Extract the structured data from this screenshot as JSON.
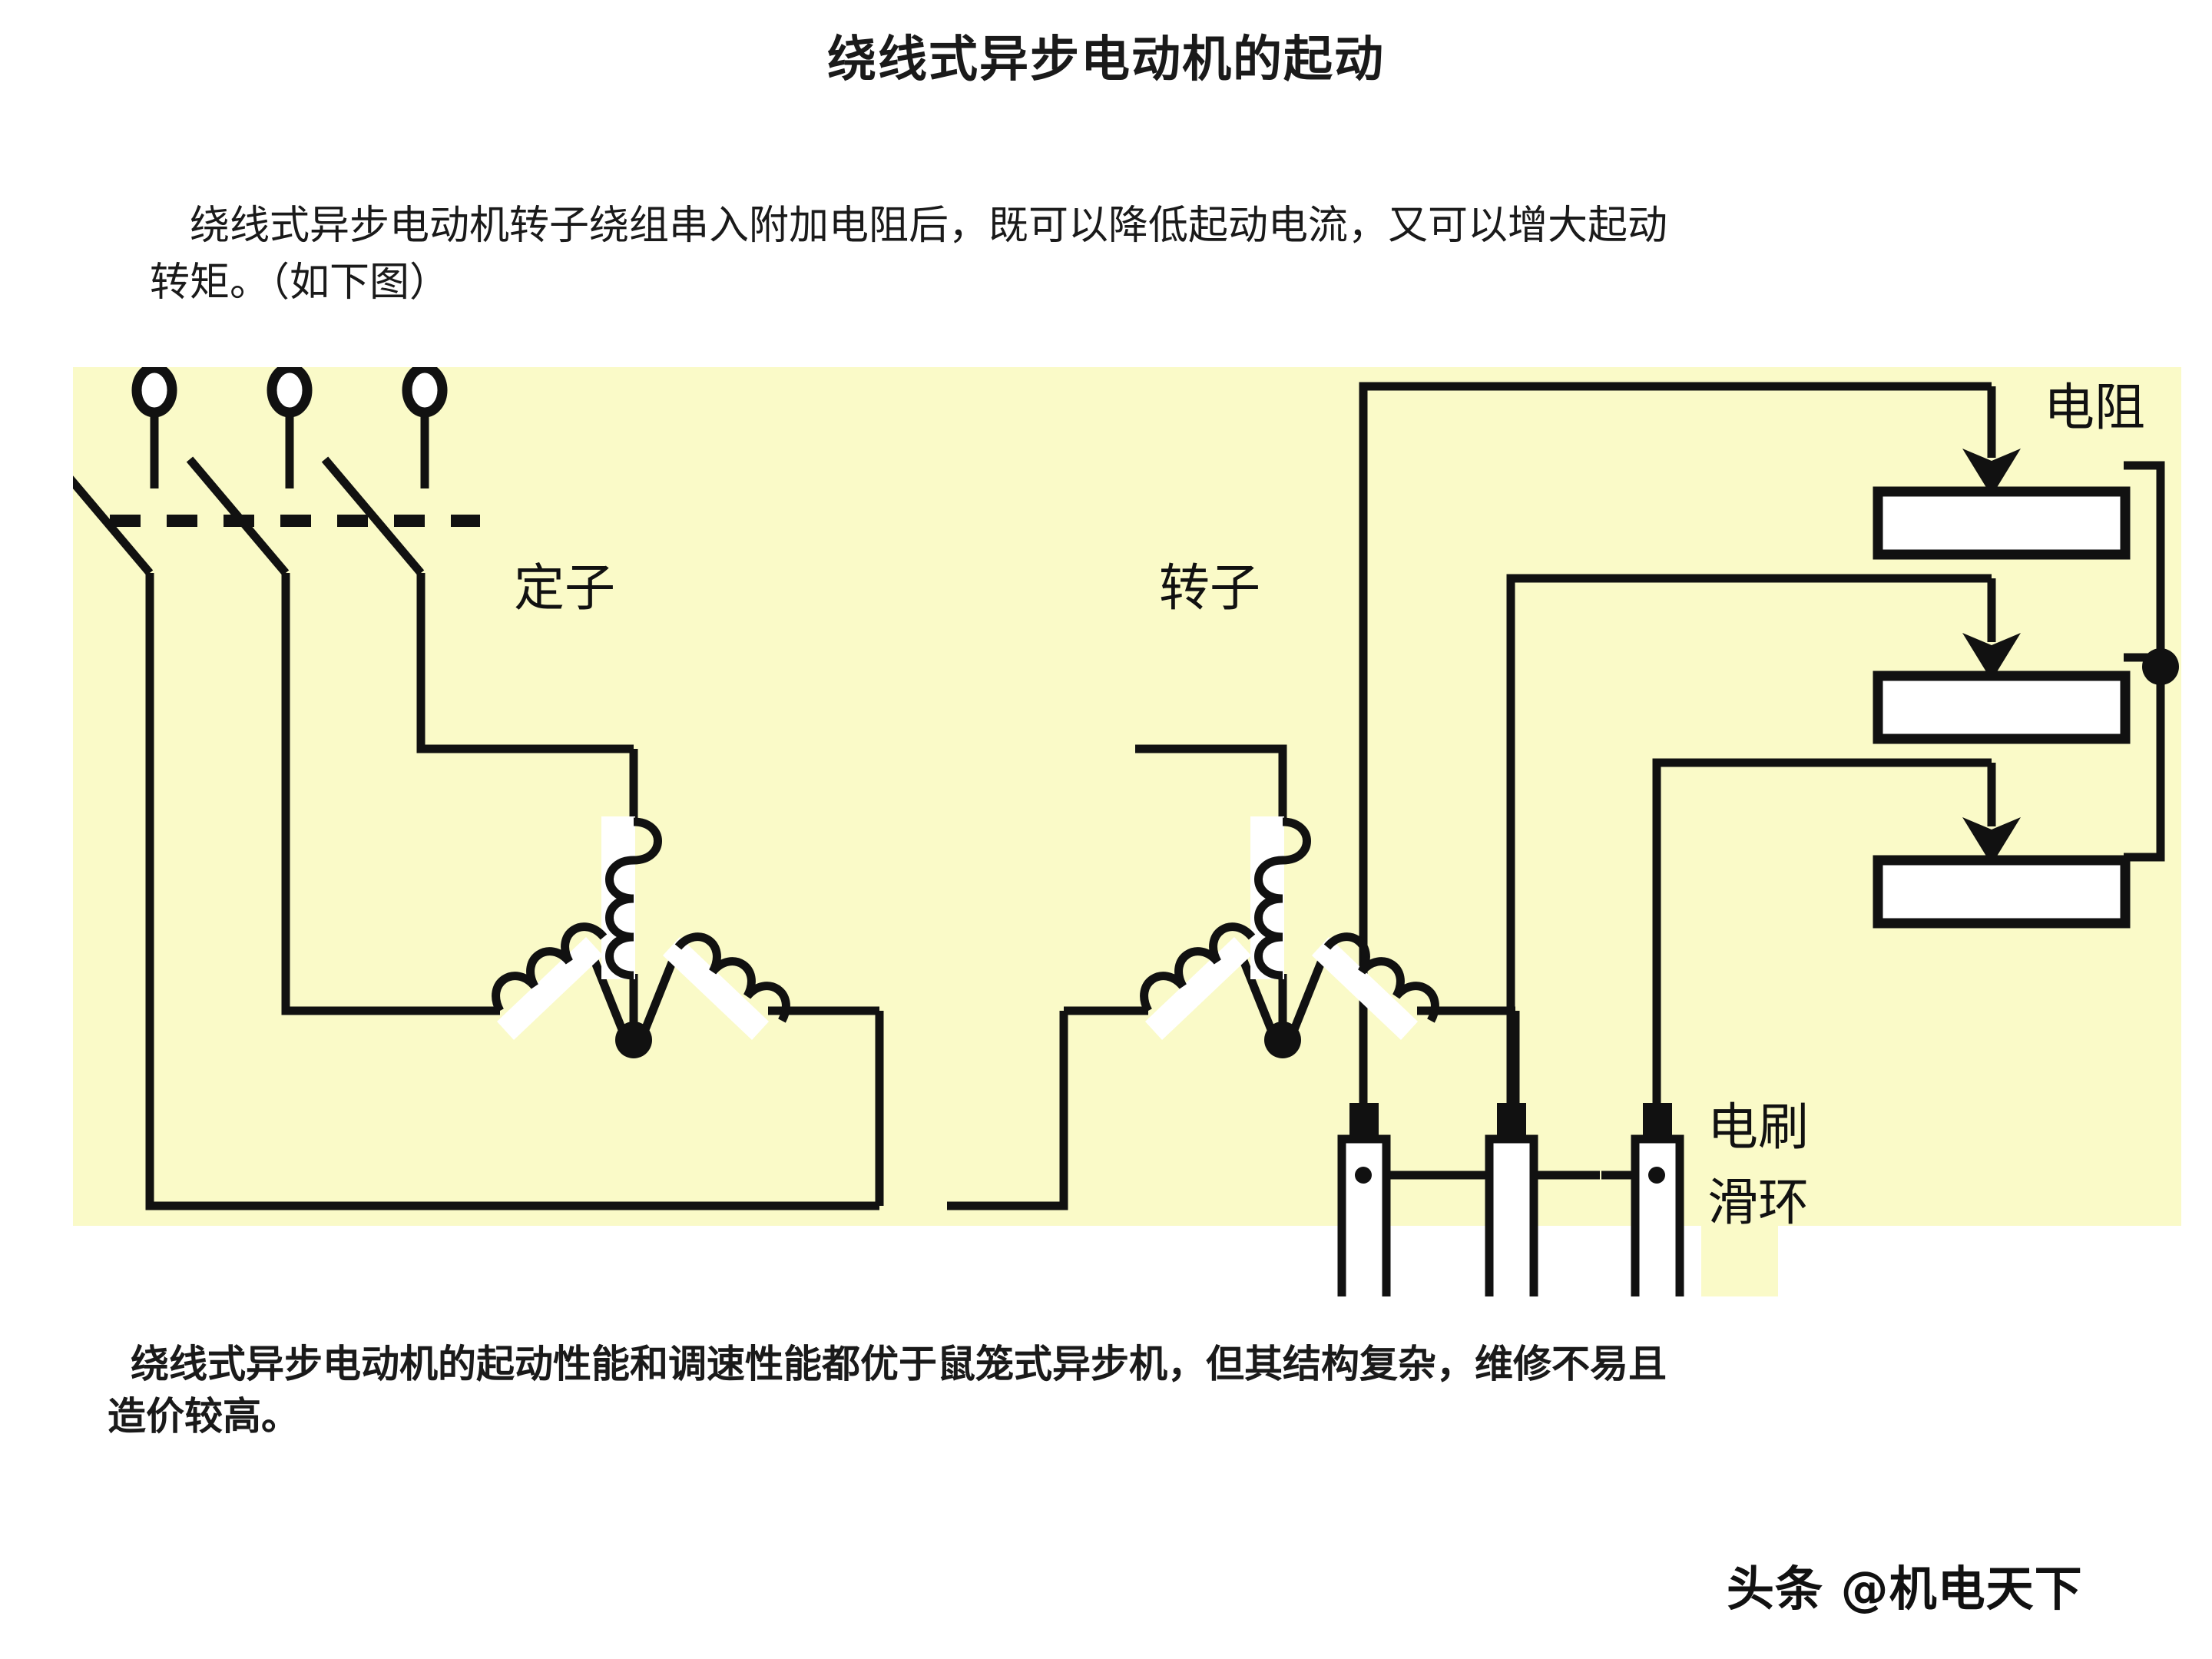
{
  "slide": {
    "title": "绕线式异步电动机的起动",
    "intro": {
      "line_1": "绕线式异步电动机转子绕组串入附加电阻后，既可以降低起动电流，又可以增大起动",
      "line_2": "转矩。（如下图）"
    },
    "conclusion": {
      "line_1": "绕线式异步电动机的起动性能和调速性能都优于鼠笼式异步机，但其结构复杂，维修不易且",
      "line_2": "造价较高。"
    },
    "watermark": "头条 @机电天下"
  },
  "diagram": {
    "panel_background": "#FAFAC8",
    "line_color": "#111111",
    "box_fill": "#FFFFFF",
    "labels": {
      "stator": "定子",
      "rotor": "转子",
      "resistor": "电阻",
      "brush": "电刷",
      "slip_ring": "滑环"
    },
    "components": {
      "switch_poles": 3,
      "switch_type": "three-pole knife switch with dashed mechanical linkage",
      "stator_connection": "star (wye), 3 coils",
      "rotor_connection": "star (wye), 3 coils",
      "slip_rings": 3,
      "brushes": 3,
      "resistor_boxes": 3,
      "resistor_common_node": true
    }
  },
  "colors": {
    "page_background": "#FFFFFF",
    "panel": "#FAFAC8",
    "ink": "#111111",
    "text": "#1A1A1A"
  }
}
